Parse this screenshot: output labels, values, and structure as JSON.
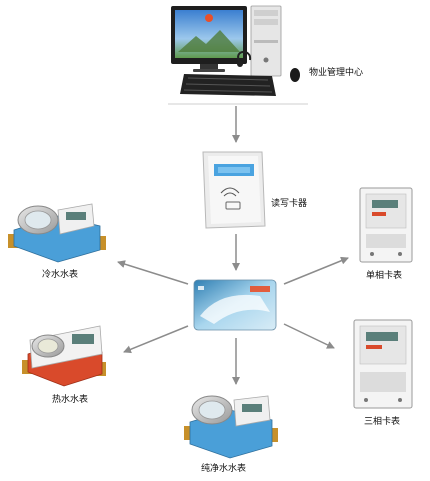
{
  "nodes": {
    "computer": {
      "label": "物业管理中心"
    },
    "card_reader": {
      "label": "读写卡器"
    },
    "cold_water_meter": {
      "label": "冷水水表"
    },
    "hot_water_meter": {
      "label": "热水水表"
    },
    "purified_water_meter": {
      "label": "纯净水水表"
    },
    "single_phase_meter": {
      "label": "单相卡表"
    },
    "three_phase_meter": {
      "label": "三相卡表"
    }
  },
  "colors": {
    "arrow": "#8c8c8c",
    "meter_blue": "#4a9fd8",
    "meter_red": "#d94a2b",
    "device_white": "#f2f2f2",
    "lcd": "#5a7f7a"
  }
}
